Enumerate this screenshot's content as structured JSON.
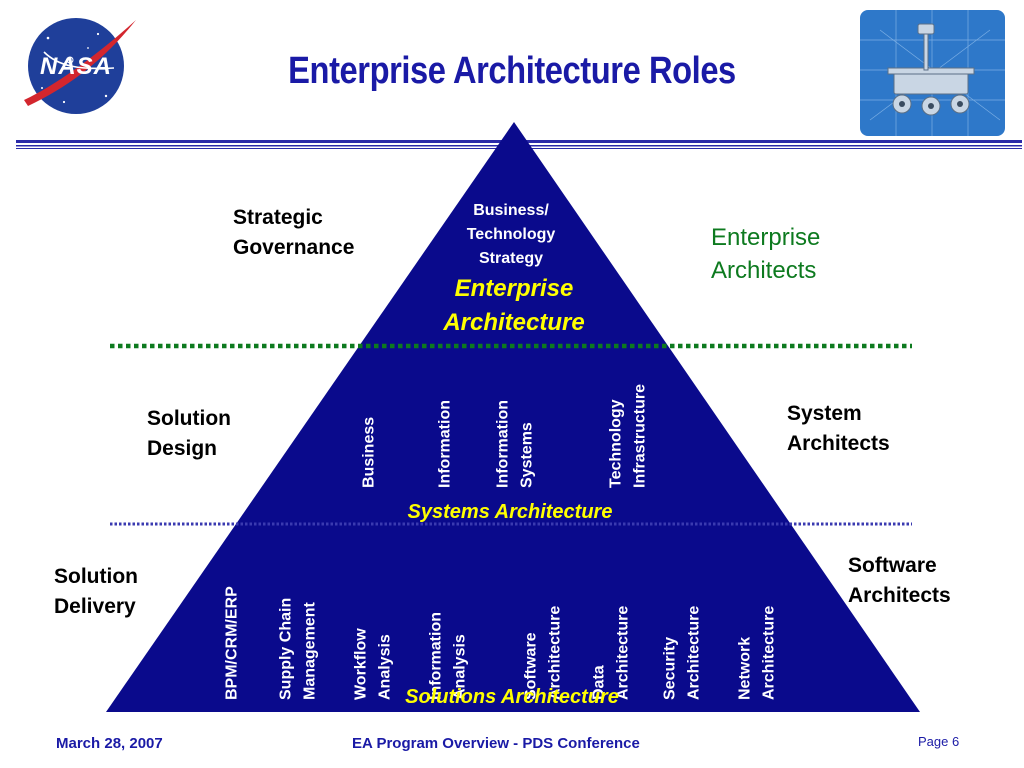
{
  "title": "Enterprise Architecture Roles",
  "logo": {
    "text": "NASA"
  },
  "pyramid": {
    "top": {
      "strategy_lines": [
        "Business/",
        "Technology",
        "Strategy"
      ],
      "tier_name_lines": [
        "Enterprise",
        "Architecture"
      ]
    },
    "middle": {
      "columns": [
        {
          "lines": [
            "Business"
          ]
        },
        {
          "lines": [
            "Information"
          ]
        },
        {
          "lines": [
            "Information",
            "Systems"
          ]
        },
        {
          "lines": [
            "Technology",
            "Infrastructure"
          ]
        }
      ],
      "tier_name": "Systems Architecture"
    },
    "bottom": {
      "columns": [
        {
          "lines": [
            "BPM/CRM/ERP"
          ]
        },
        {
          "lines": [
            "Supply Chain",
            "Management"
          ]
        },
        {
          "lines": [
            "Workflow",
            "Analysis"
          ]
        },
        {
          "lines": [
            "Information",
            "Analysis"
          ]
        },
        {
          "lines": [
            "Software",
            "Architecture"
          ]
        },
        {
          "lines": [
            "Data",
            "Architecture"
          ]
        },
        {
          "lines": [
            "Security",
            "Architecture"
          ]
        },
        {
          "lines": [
            "Network",
            "Architecture"
          ]
        }
      ],
      "tier_name": "Solutions Architecture"
    }
  },
  "left_labels": {
    "strategic": [
      "Strategic",
      "Governance"
    ],
    "design": [
      "Solution",
      "Design"
    ],
    "delivery": [
      "Solution",
      "Delivery"
    ]
  },
  "right_labels": {
    "enterprise": [
      "Enterprise",
      "Architects"
    ],
    "system": [
      "System",
      "Architects"
    ],
    "software": [
      "Software",
      "Architects"
    ]
  },
  "footer": {
    "date": "March 28, 2007",
    "center": "EA Program Overview - PDS Conference",
    "page": "Page 6"
  },
  "colors": {
    "pyramid_fill": "#0a0a8c",
    "title": "#1a1aa6",
    "tier_name": "#ffff00",
    "green_label": "#0d7a1f",
    "dotted_green": "#0d7a1f",
    "dotted_blue": "#3a3ab0"
  }
}
